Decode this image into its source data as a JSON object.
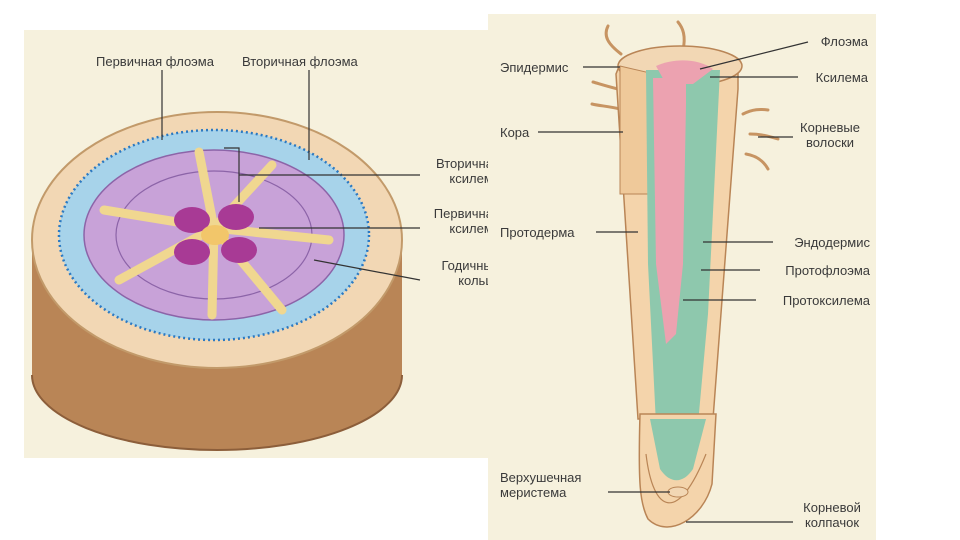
{
  "left_diagram": {
    "labels": {
      "primary_phloem": "Первичная флоэма",
      "secondary_phloem": "Вторичная флоэма",
      "secondary_xylem": [
        "Вторичная",
        "ксилема"
      ],
      "primary_xylem": [
        "Первичная",
        "ксилема"
      ],
      "annual_rings": [
        "Годичные",
        "кольца"
      ]
    }
  },
  "right_diagram": {
    "labels": {
      "epidermis": "Эпидермис",
      "cortex": "Кора",
      "protoderm": "Протодерма",
      "phloem": "Флоэма",
      "xylem": "Ксилема",
      "root_hairs": [
        "Корневые",
        "волоски"
      ],
      "endodermis": "Эндодермис",
      "protophloem": "Протофлоэма",
      "protoxylem": "Протоксилема",
      "apical_meristem": [
        "Верхушечная",
        "меристема"
      ],
      "root_cap": [
        "Корневой",
        "колпачок"
      ]
    }
  },
  "colors": {
    "background": "#f6f1dd",
    "bark_side": "#b98556",
    "bark_top": "#f2d7b4",
    "phloem_blue": "#a7d3ea",
    "xylem_purple": "#c8a2d8",
    "pith_yellow": "#f2c66a",
    "primary_xylem_magenta": "#a83a95",
    "xylem_pink": "#eca2b0",
    "vascular_green": "#8ec8ad",
    "cortex_tan": "#f4d4ab"
  }
}
